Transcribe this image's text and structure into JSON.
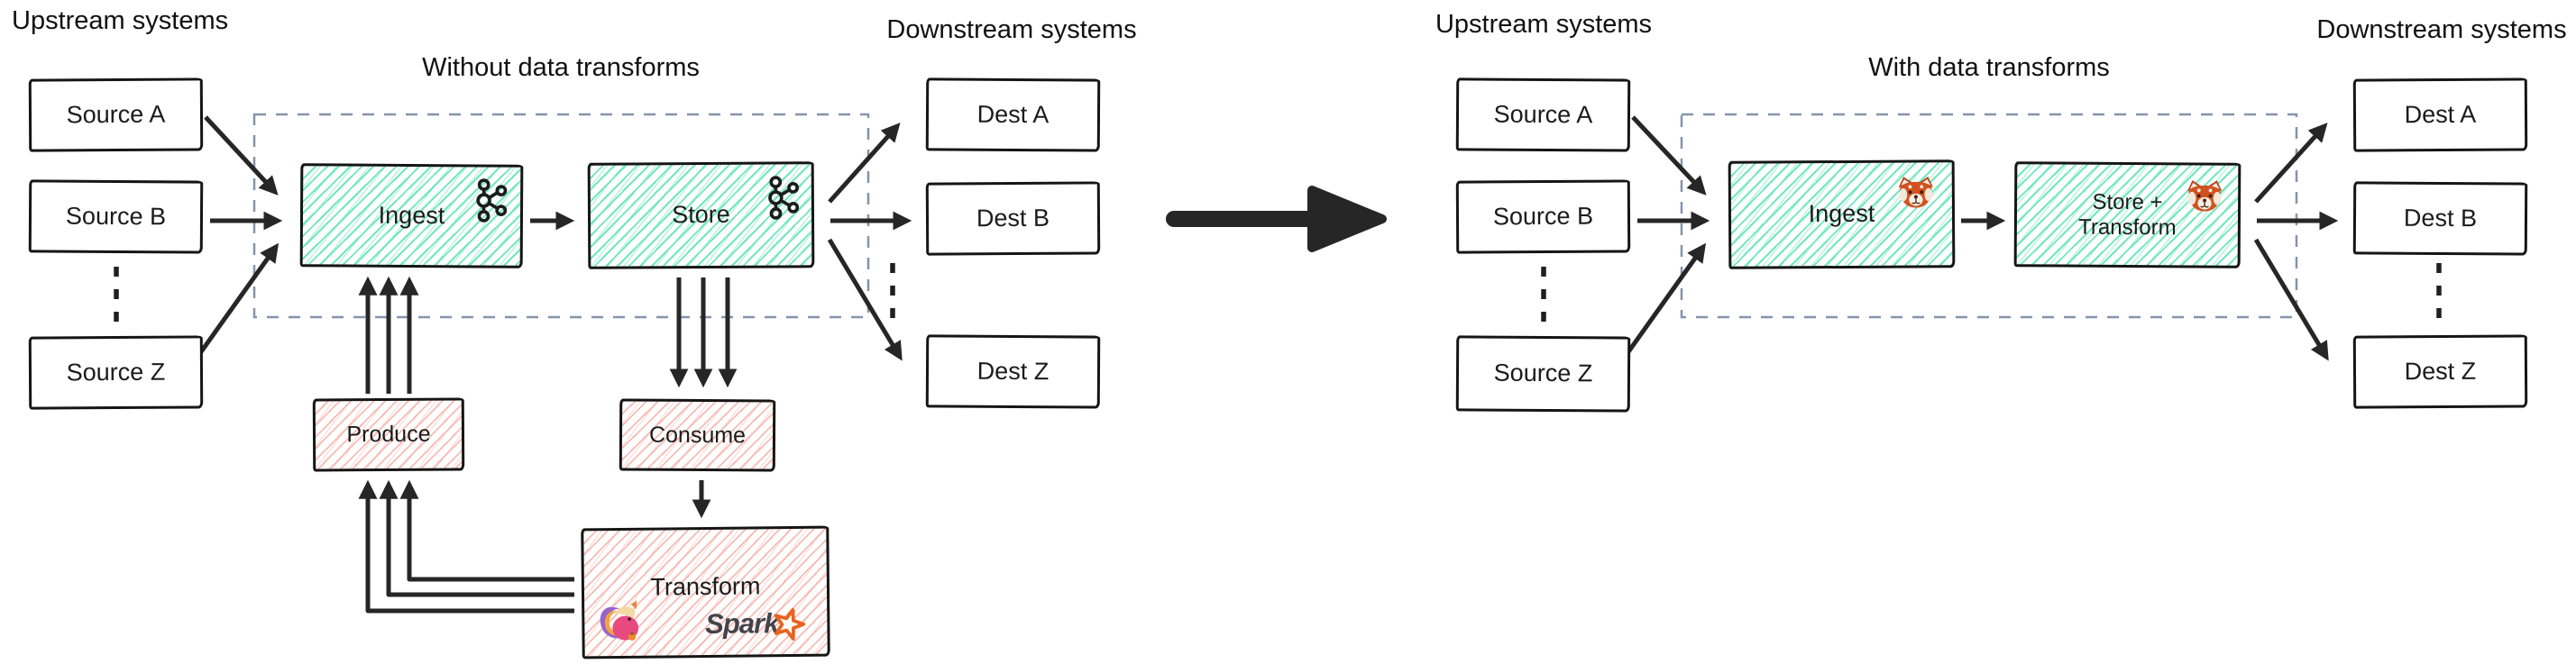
{
  "left": {
    "upstream_header": "Upstream systems",
    "downstream_header": "Downstream systems",
    "title": "Without data transforms",
    "sources": [
      {
        "label": "Source A"
      },
      {
        "label": "Source B"
      },
      {
        "label": "Source Z"
      }
    ],
    "dests": [
      {
        "label": "Dest A"
      },
      {
        "label": "Dest B"
      },
      {
        "label": "Dest Z"
      }
    ],
    "ingest": {
      "label": "Ingest",
      "icon": "kafka-logo"
    },
    "store": {
      "label": "Store",
      "icon": "kafka-logo"
    },
    "produce": {
      "label": "Produce"
    },
    "consume": {
      "label": "Consume"
    },
    "transform": {
      "label": "Transform",
      "icons": [
        "flink-logo",
        "spark-logo"
      ],
      "spark_label": "Spark"
    }
  },
  "right": {
    "upstream_header": "Upstream systems",
    "downstream_header": "Downstream systems",
    "title": "With data transforms",
    "sources": [
      {
        "label": "Source A"
      },
      {
        "label": "Source B"
      },
      {
        "label": "Source Z"
      }
    ],
    "dests": [
      {
        "label": "Dest A"
      },
      {
        "label": "Dest B"
      },
      {
        "label": "Dest Z"
      }
    ],
    "ingest": {
      "label": "Ingest",
      "icon": "redpanda-logo"
    },
    "store_transform": {
      "label_line1": "Store +",
      "label_line2": "Transform",
      "icon": "redpanda-logo"
    }
  },
  "colors": {
    "teal_hatch": "#69e6bb",
    "pink_hatch": "#f5b0a9",
    "box_border": "#151515",
    "dashed_boundary": "#8494aa",
    "arrow": "#262626",
    "spark_orange": "#e8641f",
    "spark_text": "#45434a",
    "flink_pink": "#e84a7f",
    "flink_purple": "#9a63cc",
    "redpanda_orange": "#d2521f"
  }
}
